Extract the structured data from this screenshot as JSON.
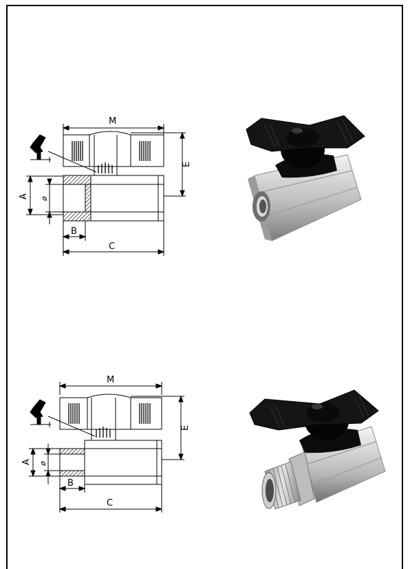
{
  "page": {
    "background": "#ffffff",
    "line_color": "#000000"
  },
  "figures": [
    {
      "id": "female-female",
      "labels": {
        "M": "M",
        "E": "E",
        "A": "A",
        "dia": "ø",
        "B": "B",
        "C": "C"
      },
      "photo": {
        "handle_color": "#111111",
        "body_color": "#c8c8c8"
      }
    },
    {
      "id": "male-female",
      "labels": {
        "M": "M",
        "E": "E",
        "A": "A",
        "dia": "ø",
        "B": "B",
        "C": "C"
      },
      "photo": {
        "handle_color": "#111111",
        "body_color": "#c8c8c8"
      }
    }
  ]
}
